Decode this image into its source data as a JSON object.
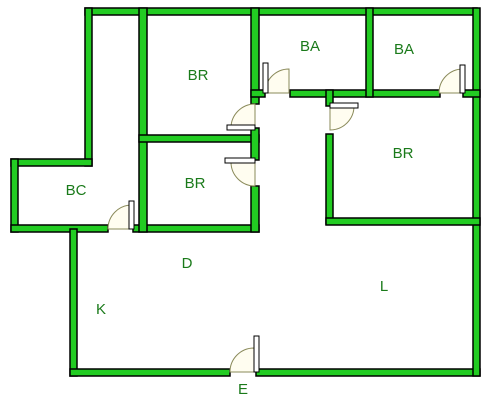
{
  "rooms": {
    "br_top": "BR",
    "ba_left": "BA",
    "ba_right": "BA",
    "br_right": "BR",
    "br_mid": "BR",
    "bc": "BC",
    "d": "D",
    "l": "L",
    "k": "K",
    "e": "E"
  },
  "colors": {
    "wall_fill": "#22cc22",
    "wall_outline": "#000000",
    "label": "#1a7a1a",
    "door_arc": "#fffdf0"
  }
}
